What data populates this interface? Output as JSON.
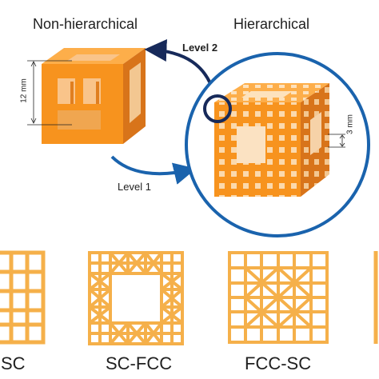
{
  "headings": {
    "left": "Non-hierarchical",
    "right": "Hierarchical"
  },
  "arrows": {
    "level2": "Level 2",
    "level1": "Level 1"
  },
  "dimensions": {
    "cube_height": "12 mm",
    "cell_size": "3 mm"
  },
  "captions": [
    "SC",
    "SC-FCC",
    "FCC-SC"
  ],
  "colors": {
    "orange": "#f7931e",
    "orange_dark": "#d8741a",
    "orange_light": "#fdae4a",
    "blue": "#1a63ad",
    "navy": "#172a5a",
    "lattice": "#f5b04a"
  }
}
